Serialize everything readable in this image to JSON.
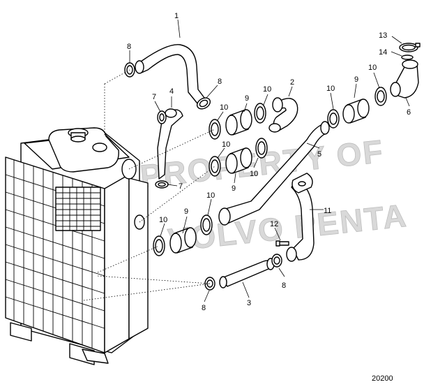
{
  "watermark": {
    "line1": "PROPERTY OF",
    "line2": "VOLVO PENTA"
  },
  "reference_number": "20200",
  "callouts": [
    {
      "id": "c1",
      "text": "1"
    },
    {
      "id": "c8a",
      "text": "8"
    },
    {
      "id": "c8b",
      "text": "8"
    },
    {
      "id": "c7a",
      "text": "7"
    },
    {
      "id": "c4",
      "text": "4"
    },
    {
      "id": "c10a",
      "text": "10"
    },
    {
      "id": "c9a",
      "text": "9"
    },
    {
      "id": "c10b",
      "text": "10"
    },
    {
      "id": "c2",
      "text": "2"
    },
    {
      "id": "c10c",
      "text": "10"
    },
    {
      "id": "c9b",
      "text": "9"
    },
    {
      "id": "c10d",
      "text": "10"
    },
    {
      "id": "c13",
      "text": "13"
    },
    {
      "id": "c14",
      "text": "14"
    },
    {
      "id": "c6",
      "text": "6"
    },
    {
      "id": "c5",
      "text": "5"
    },
    {
      "id": "c10e",
      "text": "10"
    },
    {
      "id": "c9c",
      "text": "9"
    },
    {
      "id": "c10f",
      "text": "10"
    },
    {
      "id": "c7b",
      "text": "7"
    },
    {
      "id": "c10g",
      "text": "10"
    },
    {
      "id": "c11",
      "text": "11"
    },
    {
      "id": "c9d",
      "text": "9"
    },
    {
      "id": "c10h",
      "text": "10"
    },
    {
      "id": "c12",
      "text": "12"
    },
    {
      "id": "c8c",
      "text": "8"
    },
    {
      "id": "c8d",
      "text": "8"
    },
    {
      "id": "c3",
      "text": "3"
    }
  ]
}
